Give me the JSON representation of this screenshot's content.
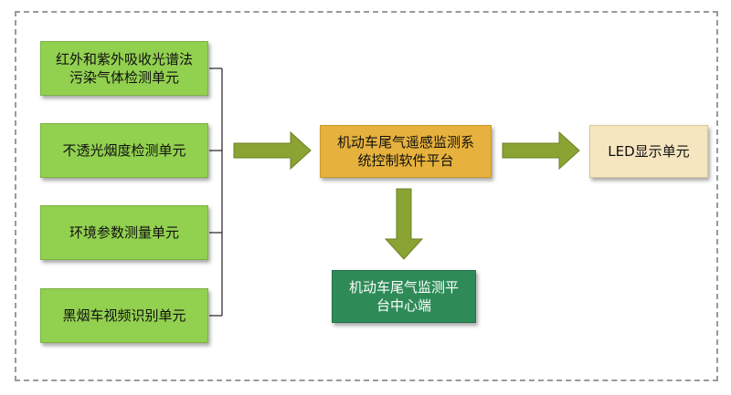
{
  "inputs": [
    {
      "line1": "红外和紫外吸收光谱法",
      "line2": "污染气体检测单元"
    },
    {
      "line1": "不透光烟度检测单元",
      "line2": ""
    },
    {
      "line1": "环境参数测量单元",
      "line2": ""
    },
    {
      "line1": "黑烟车视频识别单元",
      "line2": ""
    }
  ],
  "center": {
    "line1": "机动车尾气遥感监测系",
    "line2": "统控制软件平台"
  },
  "display": {
    "label": "LED显示单元"
  },
  "monitor": {
    "line1": "机动车尾气监测平",
    "line2": "台中心端"
  },
  "colors": {
    "green": "#92d050",
    "orange": "#e6b13c",
    "cream": "#f6e6c0",
    "teal": "#2e8b57",
    "arrow": "#8aa332"
  }
}
